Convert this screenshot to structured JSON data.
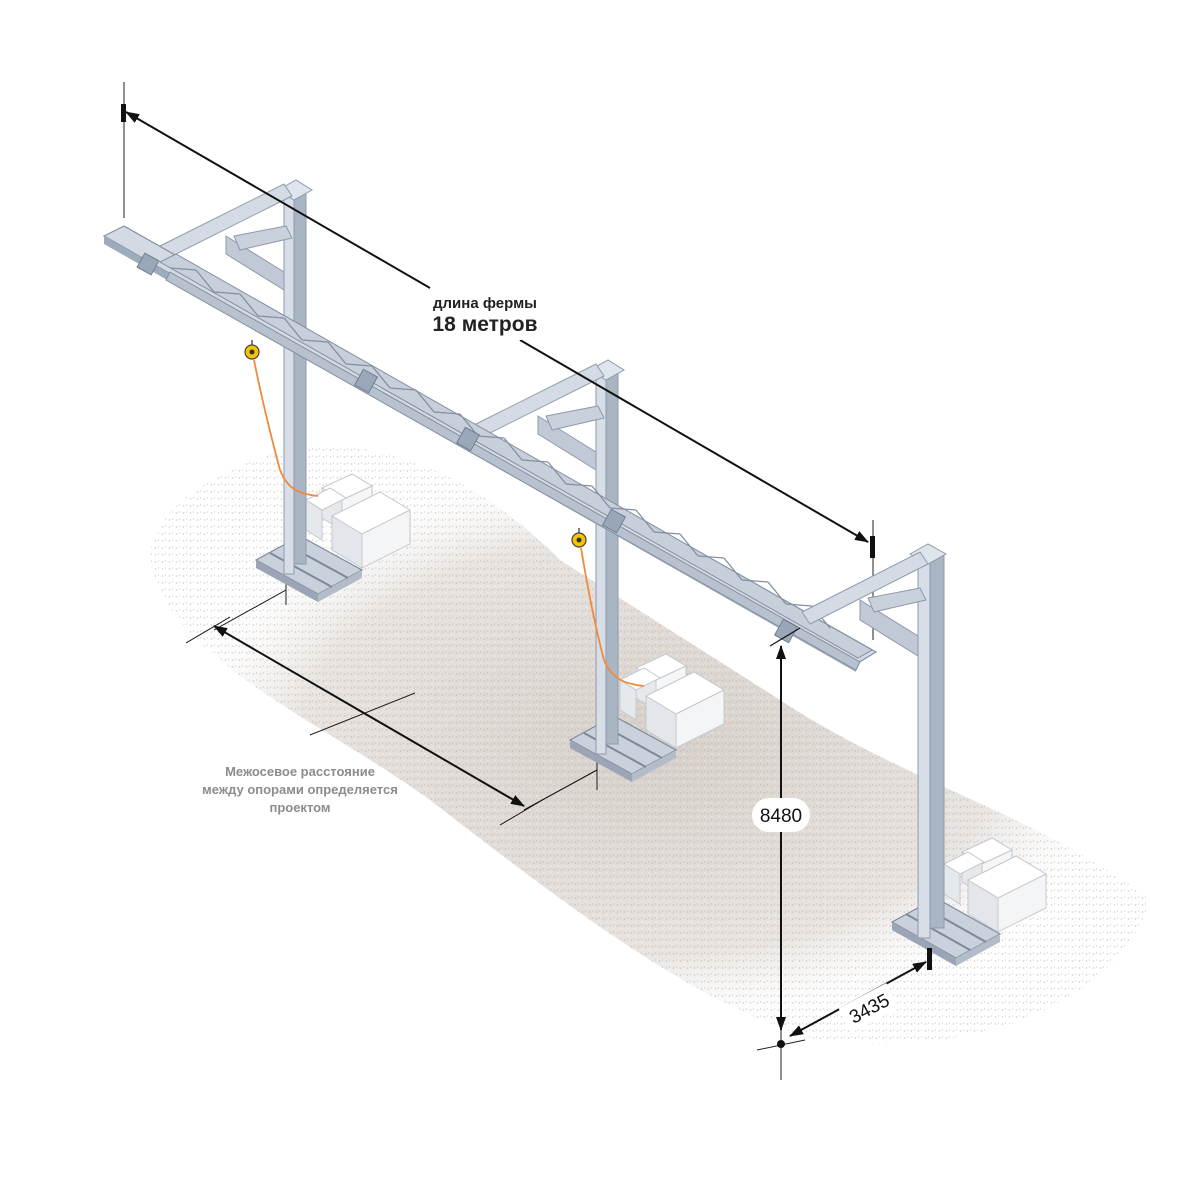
{
  "labels": {
    "truss_length_title": "длина фермы",
    "truss_length_value": "18 метров",
    "spacing_note": [
      "Межосевое расстояние",
      "между опорами определяется",
      "проектом"
    ],
    "height_dim": "8480",
    "base_width_dim": "3435"
  },
  "colors": {
    "steel": "#c3ccd8",
    "steel_dark": "#8e9aab",
    "steel_light": "#e9eef4",
    "lanyard": "#f08a3c",
    "block": "#f1f3f5",
    "gravel": "#d9d3ce",
    "dimension": "#111111"
  },
  "icons": [
    "retractable-fall-arrester-icon",
    "arrow-head-icon"
  ]
}
